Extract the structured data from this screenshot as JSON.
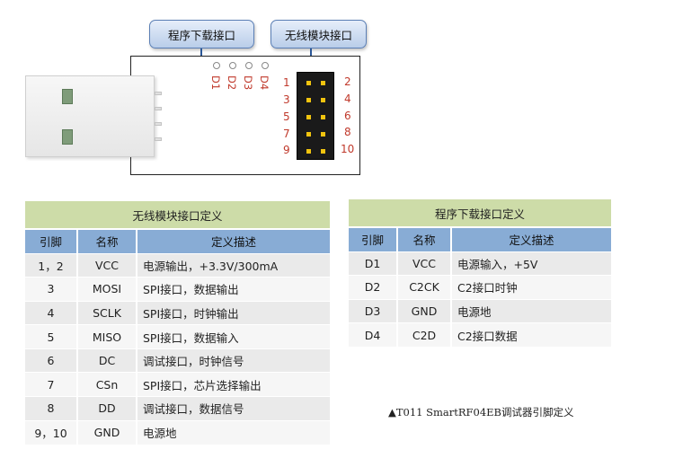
{
  "diagram": {
    "callouts": {
      "prog": "程序下载接口",
      "wireless": "无线模块接口"
    },
    "d_labels": [
      "D1",
      "D2",
      "D3",
      "D4"
    ],
    "left_pins": [
      "1",
      "3",
      "5",
      "7",
      "9"
    ],
    "right_pins": [
      "2",
      "4",
      "6",
      "8",
      "10"
    ]
  },
  "wireless_table": {
    "title": "无线模块接口定义",
    "columns": [
      "引脚",
      "名称",
      "定义描述"
    ],
    "rows": [
      [
        "1，2",
        "VCC",
        "电源输出，+3.3V/300mA"
      ],
      [
        "3",
        "MOSI",
        "SPI接口，数据输出"
      ],
      [
        "4",
        "SCLK",
        "SPI接口，时钟输出"
      ],
      [
        "5",
        "MISO",
        "SPI接口，数据输入"
      ],
      [
        "6",
        "DC",
        "调试接口，时钟信号"
      ],
      [
        "7",
        "CSn",
        "SPI接口，芯片选择输出"
      ],
      [
        "8",
        "DD",
        "调试接口，数据信号"
      ],
      [
        "9，10",
        "GND",
        "电源地"
      ]
    ]
  },
  "prog_table": {
    "title": "程序下载接口定义",
    "columns": [
      "引脚",
      "名称",
      "定义描述"
    ],
    "rows": [
      [
        "D1",
        "VCC",
        "电源输入，+5V"
      ],
      [
        "D2",
        "C2CK",
        "C2接口时钟"
      ],
      [
        "D3",
        "GND",
        "电源地"
      ],
      [
        "D4",
        "C2D",
        "C2接口数据"
      ]
    ]
  },
  "caption": "▲T011 SmartRF04EB调试器引脚定义"
}
